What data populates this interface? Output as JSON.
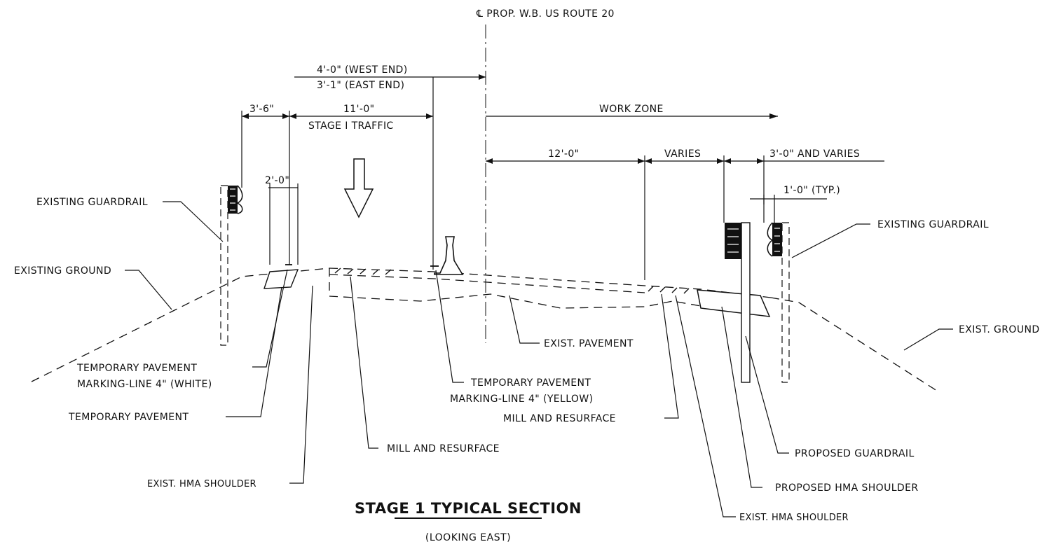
{
  "centerline": "℄ PROP. W.B. US ROUTE 20",
  "dimensions": {
    "west_end": "4'-0\" (WEST END)",
    "east_end": "3'-1\" (EAST END)",
    "d_3_6": "3'-6\"",
    "d_11_0": "11'-0\"",
    "stage_traffic": "STAGE I TRAFFIC",
    "work_zone": "WORK ZONE",
    "d_12_0": "12'-0\"",
    "varies": "VARIES",
    "d_3_0_varies": "3'-0\" AND VARIES",
    "d_2_0": "2'-0\"",
    "d_1_0_typ": "1'-0\" (TYP.)"
  },
  "labels": {
    "existing_guardrail_left": "EXISTING GUARDRAIL",
    "existing_ground_left": "EXISTING GROUND",
    "existing_guardrail_right": "EXISTING GUARDRAIL",
    "exist_ground_right": "EXIST. GROUND",
    "exist_pavement": "EXIST. PAVEMENT",
    "temp_marking_white_1": "TEMPORARY PAVEMENT",
    "temp_marking_white_2": "MARKING-LINE 4\" (WHITE)",
    "temporary_pavement": "TEMPORARY PAVEMENT",
    "mill_resurface_left": "MILL AND RESURFACE",
    "exist_hma_shoulder_left": "EXIST. HMA SHOULDER",
    "temp_marking_yellow_1": "TEMPORARY PAVEMENT",
    "temp_marking_yellow_2": "MARKING-LINE 4\" (YELLOW)",
    "mill_resurface_right": "MILL AND RESURFACE",
    "proposed_guardrail": "PROPOSED GUARDRAIL",
    "proposed_hma_shoulder": "PROPOSED HMA SHOULDER",
    "exist_hma_shoulder_right": "EXIST. HMA SHOULDER"
  },
  "title": "STAGE 1 TYPICAL SECTION",
  "subtitle": "(LOOKING EAST)"
}
